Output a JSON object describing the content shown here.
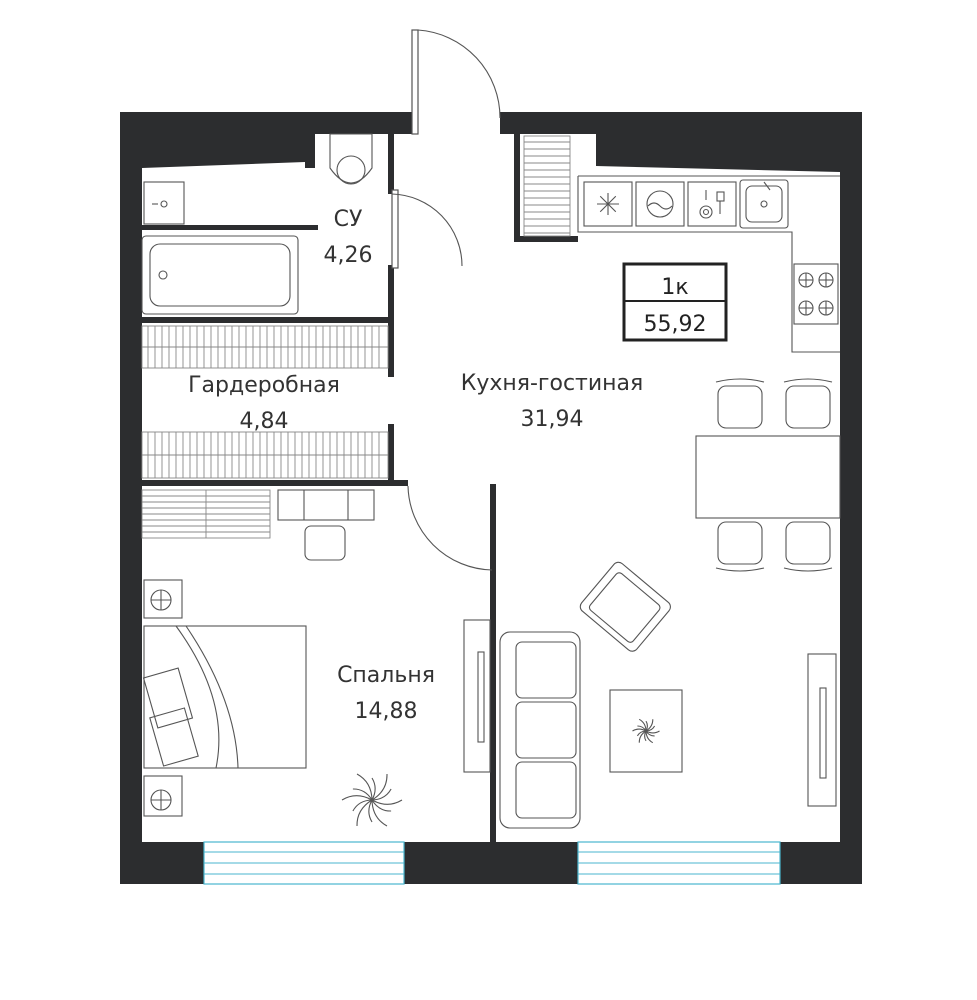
{
  "plan": {
    "type": "1к",
    "total_area": "55,92"
  },
  "rooms": {
    "bathroom": {
      "name": "СУ",
      "area": "4,26"
    },
    "wardrobe": {
      "name": "Гардеробная",
      "area": "4,84"
    },
    "kitchen_living": {
      "name": "Кухня-гостиная",
      "area": "31,94"
    },
    "bedroom": {
      "name": "Спальня",
      "area": "14,88"
    }
  },
  "colors": {
    "wall": "#2c2d2f",
    "window": "#49b6cf",
    "furniture": "#555555"
  }
}
